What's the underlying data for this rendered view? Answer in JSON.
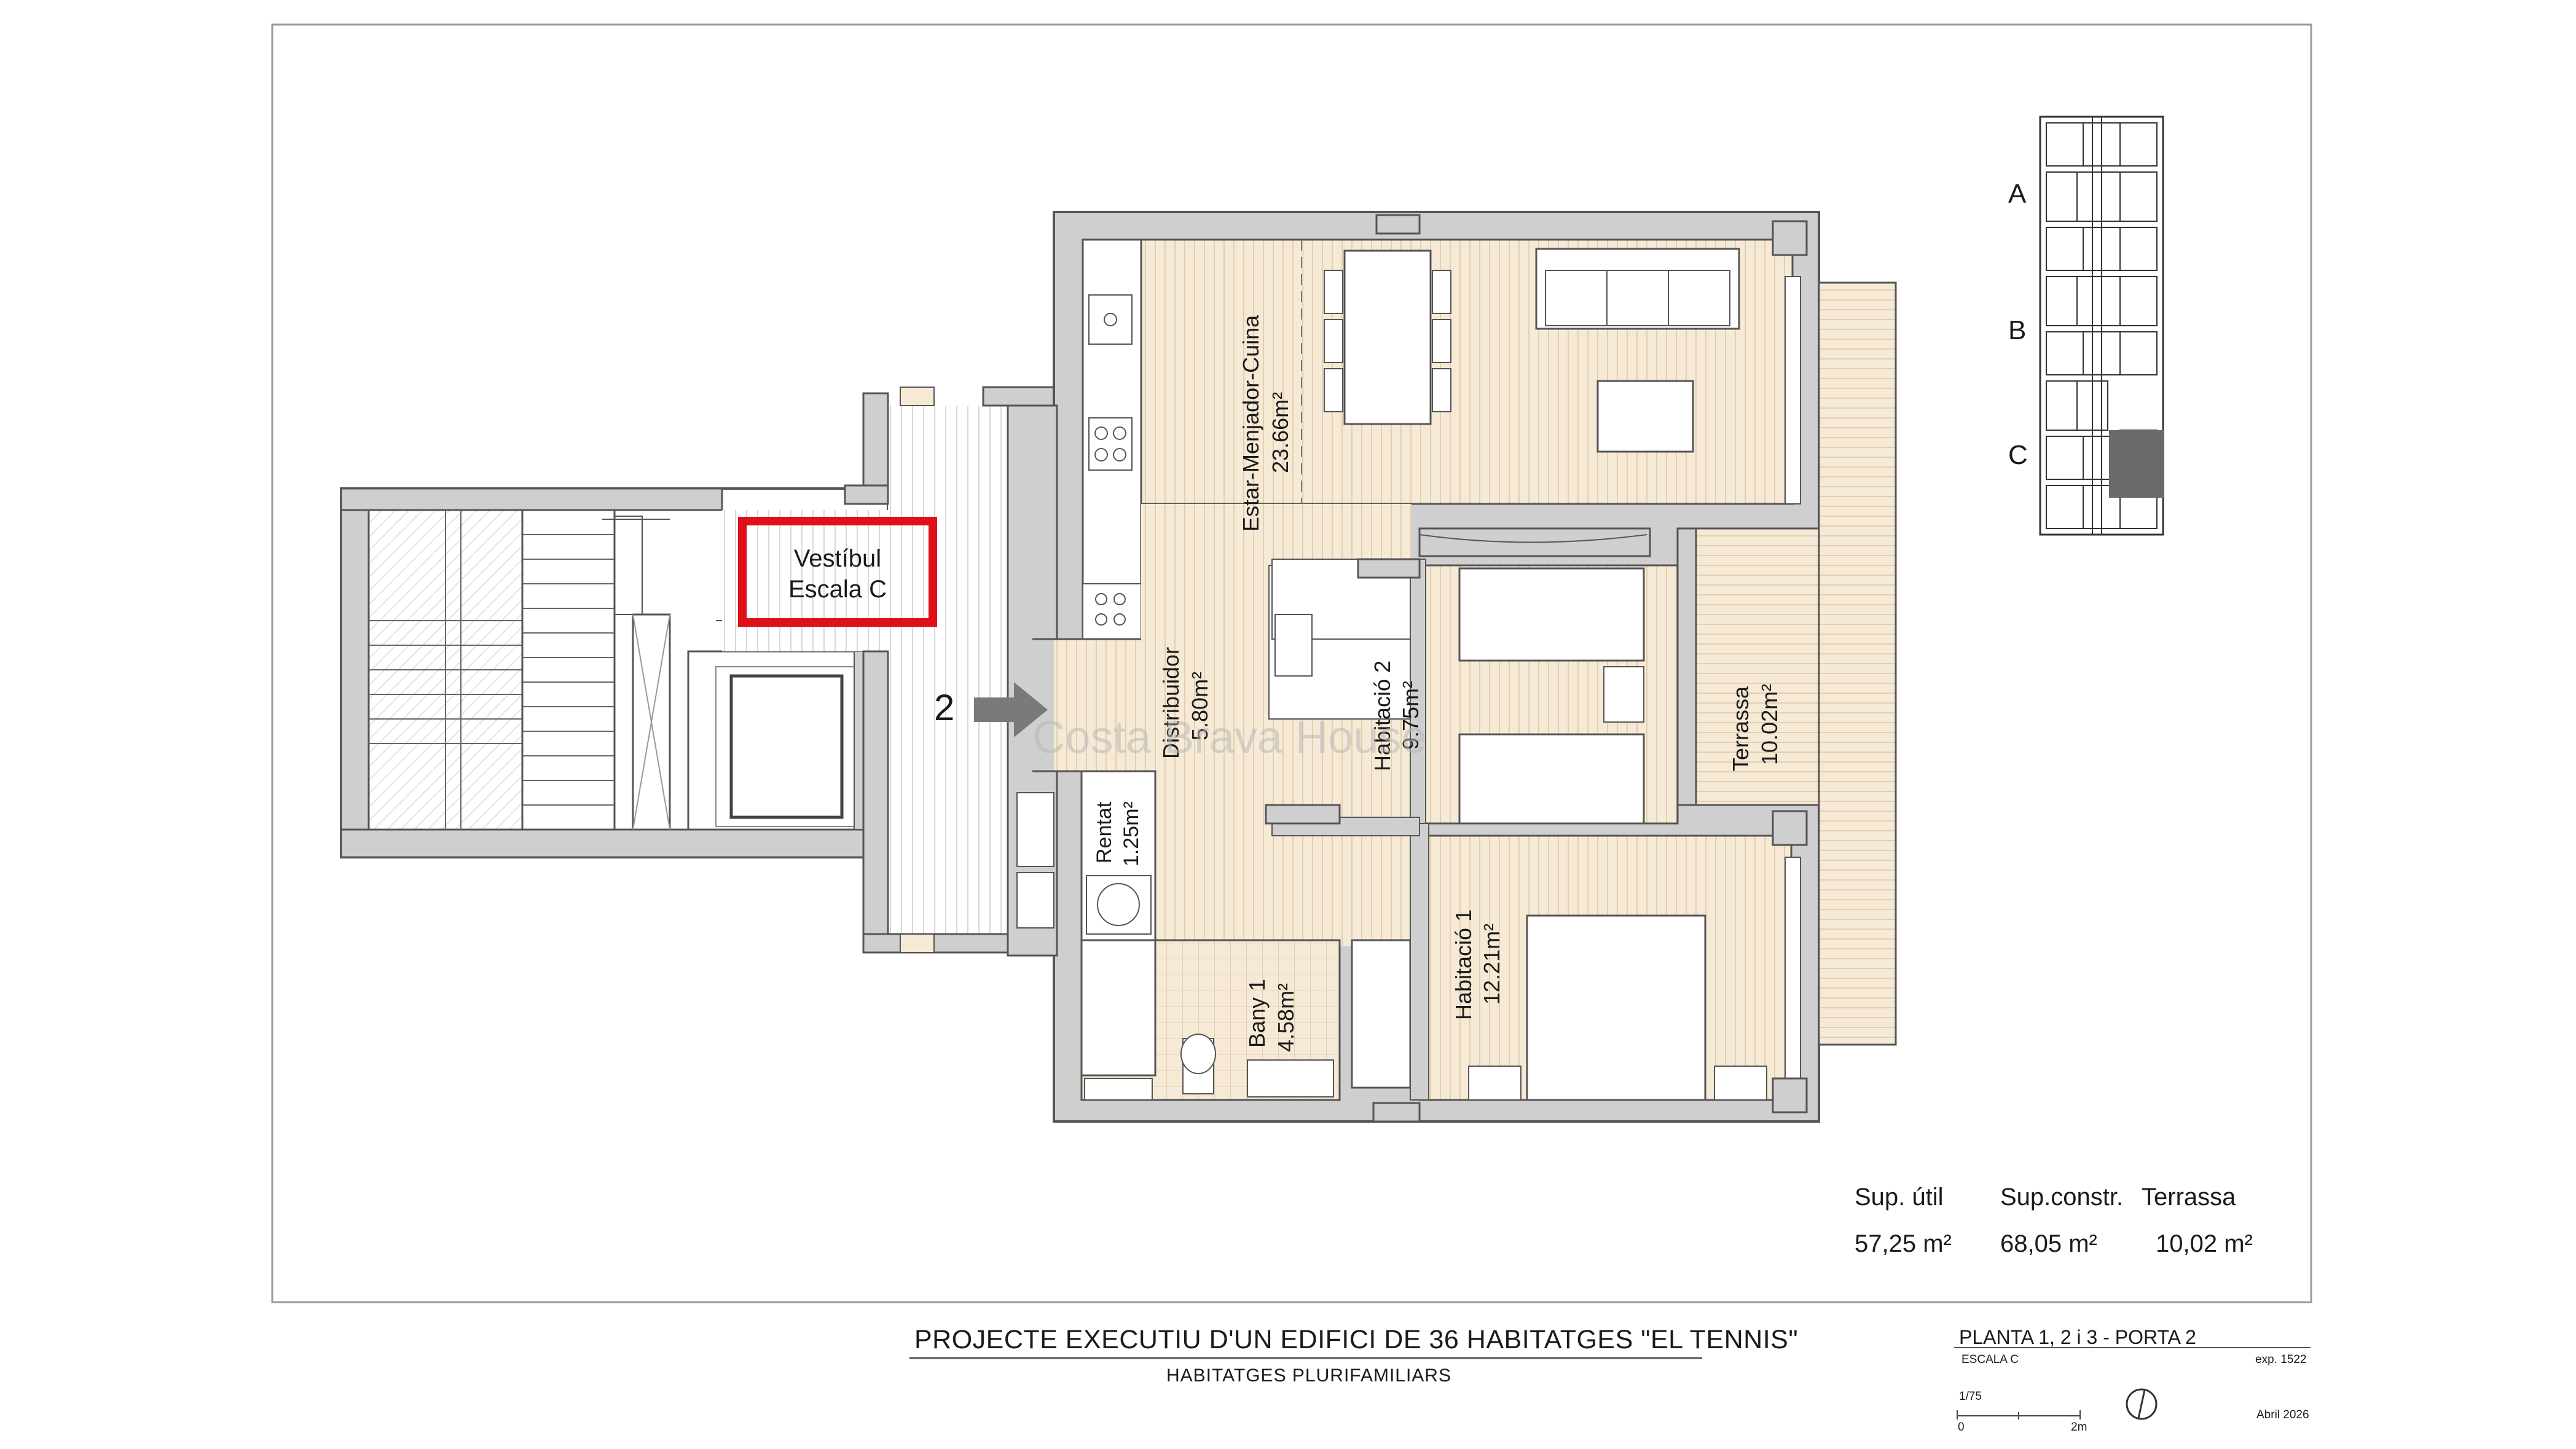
{
  "rooms": [
    {
      "id": "estar",
      "name": "Estar-Menjador-Cuina",
      "area": "23.66m²"
    },
    {
      "id": "distribuidor",
      "name": "Distribuidor",
      "area": "5.80m²"
    },
    {
      "id": "hab2",
      "name": "Habitació 2",
      "area": "9.75m²"
    },
    {
      "id": "hab1",
      "name": "Habitació 1",
      "area": "12.21m²"
    },
    {
      "id": "bany1",
      "name": "Bany 1",
      "area": "4.58m²"
    },
    {
      "id": "rentat",
      "name": "Rentat",
      "area": "1.25m²"
    },
    {
      "id": "terrassa",
      "name": "Terrassa",
      "area": "10.02m²"
    }
  ],
  "vestibul": {
    "line1": "Vestíbul",
    "line2": "Escala C"
  },
  "door_number": "2",
  "watermark": "Costa Brava House",
  "key_plan": {
    "labels": [
      "A",
      "B",
      "C"
    ]
  },
  "stats": {
    "util_label": "Sup. útil",
    "util_value": "57,25 m²",
    "constr_label": "Sup.constr.",
    "constr_value": "68,05 m²",
    "terrassa_label": "Terrassa",
    "terrassa_value": "10,02 m²"
  },
  "title_block": {
    "project_title": "PROJECTE EXECUTIU D'UN EDIFICI DE 36 HABITATGES \"EL TENNIS\"",
    "project_subtitle": "HABITATGES PLURIFAMILIARS",
    "sheet_title": "PLANTA 1, 2 i 3 - PORTA 2",
    "escala": "ESCALA C",
    "exp": "exp. 1522",
    "scale": "1/75",
    "bar_start": "0",
    "bar_end": "2m",
    "date": "Abril 2026"
  },
  "colors": {
    "floor": "#f6ead6",
    "wall": "#cfcfcf",
    "highlight": "#e0101a",
    "arrow": "#7a7a7a"
  }
}
